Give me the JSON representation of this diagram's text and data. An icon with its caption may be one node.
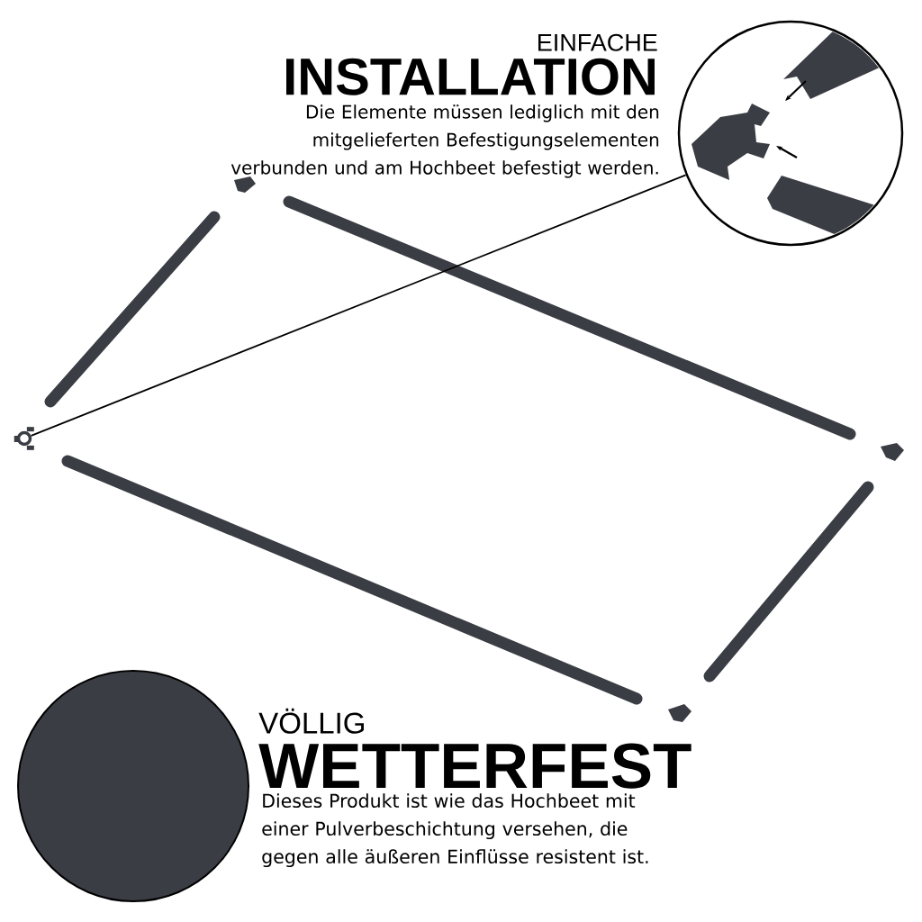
{
  "diagram": {
    "nodes": [
      {
        "text": [],
        "shape": "picture"
      },
      {
        "text": [],
        "shape": "circle"
      },
      {
        "text": [],
        "shape": "circle"
      }
    ],
    "edges": [
      {
        "from": 0,
        "to": 1,
        "arrow": "none"
      }
    ],
    "labels": [
      "EINFACHE",
      "INSTALLATION",
      "Die Elemente müssen lediglich mit den mitgelieferten Befestigungselementen verbunden und am Hochbeet befestigt werden.",
      "VÖLLIG",
      "WETTERFEST",
      "Dieses Produkt ist wie das Hochbeet mit einer Pulverbeschichtung versehen, die gegen alle äußeren Einflüsse resistent ist."
    ]
  }
}
